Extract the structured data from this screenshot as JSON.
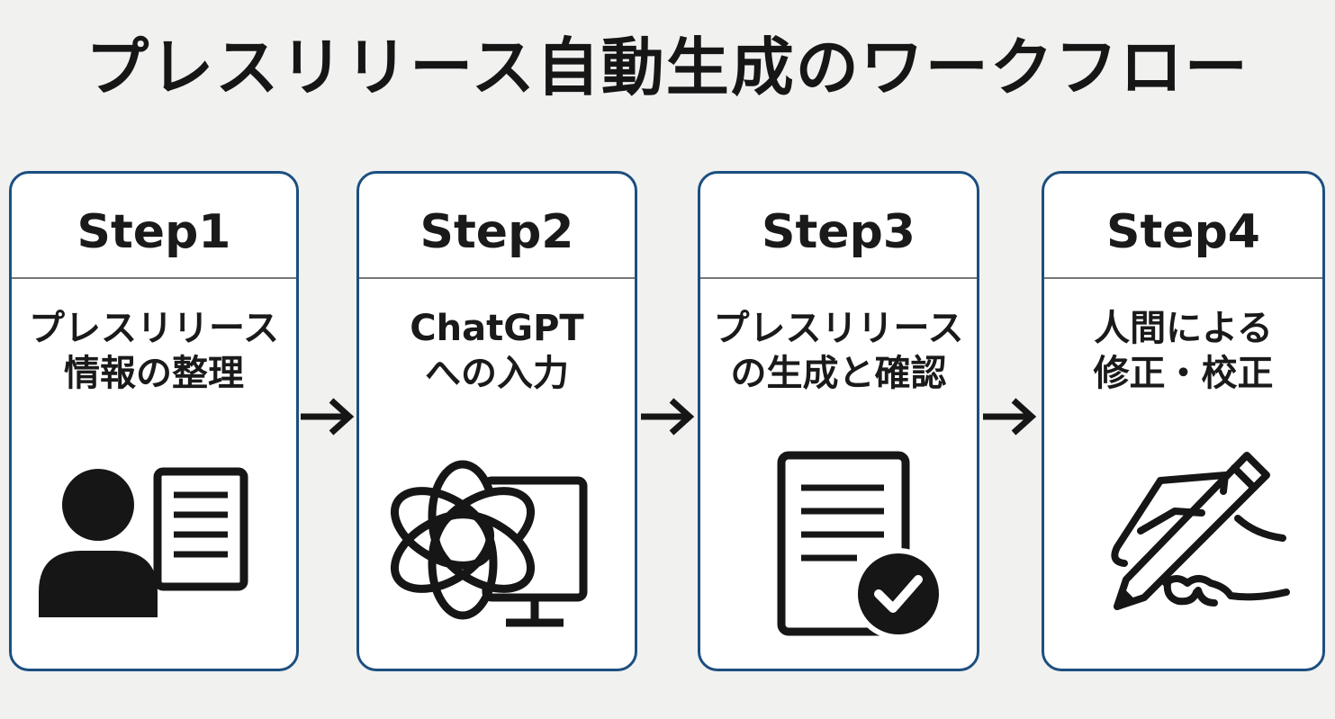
{
  "title": "プレスリリース自動生成のワークフロー",
  "steps": [
    {
      "label": "Step1",
      "lines": [
        "プレスリリース",
        "情報の整理"
      ],
      "icon": "person-document-icon"
    },
    {
      "label": "Step2",
      "lines": [
        "ChatGPT",
        "への入力"
      ],
      "icon": "chatgpt-monitor-icon"
    },
    {
      "label": "Step3",
      "lines": [
        "プレスリリース",
        "の生成と確認"
      ],
      "icon": "document-check-icon"
    },
    {
      "label": "Step4",
      "lines": [
        "人間による",
        "修正・校正"
      ],
      "icon": "hand-pen-icon"
    }
  ],
  "colors": {
    "border": "#1c4f80",
    "background": "#f1f1f0",
    "card": "#ffffff",
    "ink": "#1a1a1a"
  }
}
